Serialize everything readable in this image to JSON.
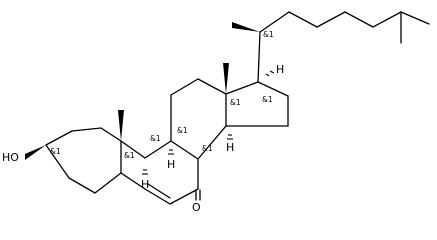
{
  "molecule": {
    "hydroxyl_label": "HO",
    "oxygen_label": "O",
    "hydrogen_label": "H",
    "stereo_label": "&1"
  }
}
